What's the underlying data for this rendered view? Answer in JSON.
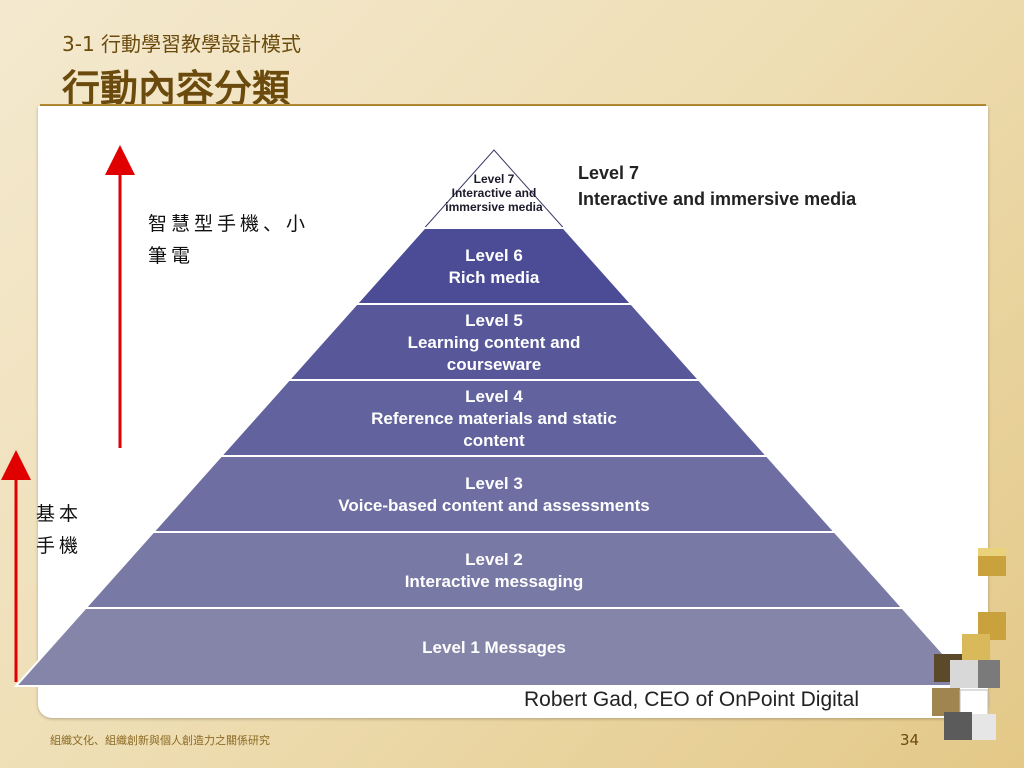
{
  "header": {
    "subtitle": "3-1 行動學習教學設計模式",
    "title": "行動內容分類"
  },
  "pyramid": {
    "levels": [
      {
        "level": 7,
        "lines": [
          "Level 7",
          "Interactive and",
          "immersive media"
        ]
      },
      {
        "level": 6,
        "lines": [
          "Level 6",
          "Rich media"
        ]
      },
      {
        "level": 5,
        "lines": [
          "Level 5",
          "Learning content and",
          "courseware"
        ]
      },
      {
        "level": 4,
        "lines": [
          "Level 4",
          "Reference materials and static",
          "content"
        ]
      },
      {
        "level": 3,
        "lines": [
          "Level 3",
          "Voice-based content and assessments"
        ]
      },
      {
        "level": 2,
        "lines": [
          "Level 2",
          "Interactive messaging"
        ]
      },
      {
        "level": 1,
        "lines": [
          "Level 1 Messages"
        ]
      }
    ],
    "colors": {
      "top": "#4b4b96",
      "bottom": "#8585aa",
      "outline": "#ffffff",
      "arrow": "#e00000"
    }
  },
  "callout": {
    "line1": "Level 7",
    "line2": "Interactive and immersive media"
  },
  "side_labels": {
    "smartphone_line1": "智慧型手機、小",
    "smartphone_line2": "筆電",
    "basic_line1": "基本",
    "basic_line2": "手機"
  },
  "credit": "Robert Gad, CEO of OnPoint Digital",
  "footer": {
    "text": "組織文化、組織創新與個人創造力之關係研究",
    "page": "34"
  },
  "decoration": {
    "icon": "cube-stack-icon"
  }
}
